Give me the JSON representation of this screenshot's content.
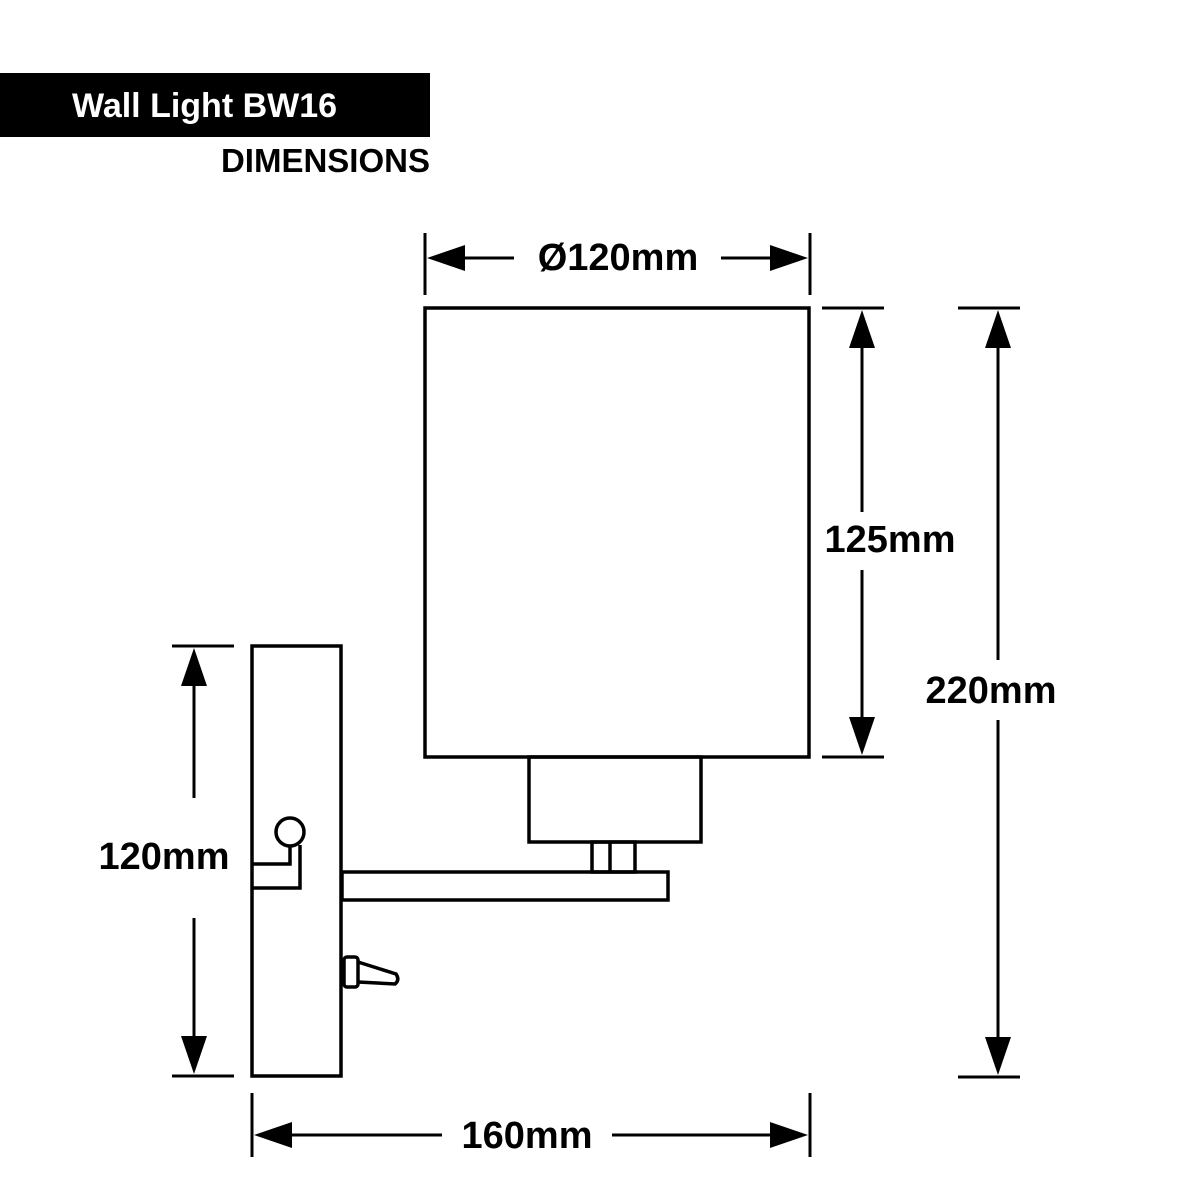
{
  "header": {
    "title": "Wall Light BW16",
    "subtitle": "DIMENSIONS"
  },
  "dimensions": {
    "shade_diameter": "Ø120mm",
    "shade_height": "125mm",
    "total_height": "220mm",
    "backplate_height": "120mm",
    "total_depth": "160mm"
  },
  "colors": {
    "ink": "#000000",
    "background": "#ffffff"
  }
}
